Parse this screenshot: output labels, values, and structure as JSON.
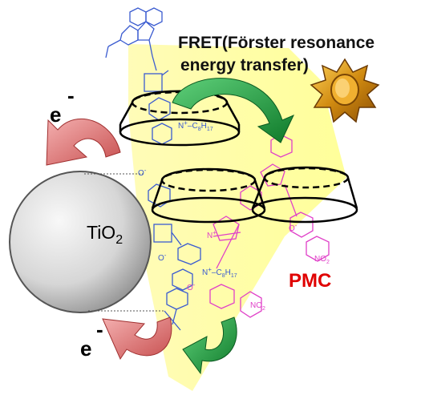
{
  "title_line1": "FRET(Förster resonance",
  "title_line2": "energy transfer)",
  "electron_top": "e",
  "electron_bottom": "e",
  "electron_sign": "-",
  "tio2_main": "TiO",
  "tio2_sub": "2",
  "pmc_label": "PMC",
  "n_label": "N",
  "plus": "+",
  "c8h17_top": "C",
  "c8h17_top_sub": "8",
  "c8h17_top_h": "H",
  "c8h17_top_h_sub": "17",
  "o_minus": "O",
  "no2": "NO",
  "no2_sub": "2",
  "colors": {
    "blue_molecule": "#3a5bd0",
    "pink_molecule": "#e040c8",
    "red_label": "#e00000",
    "green_arrow": "#1a9a3a",
    "red_arrow": "#e07a7a",
    "beam": "#ffff99",
    "sphere": "#c8c8c8"
  }
}
